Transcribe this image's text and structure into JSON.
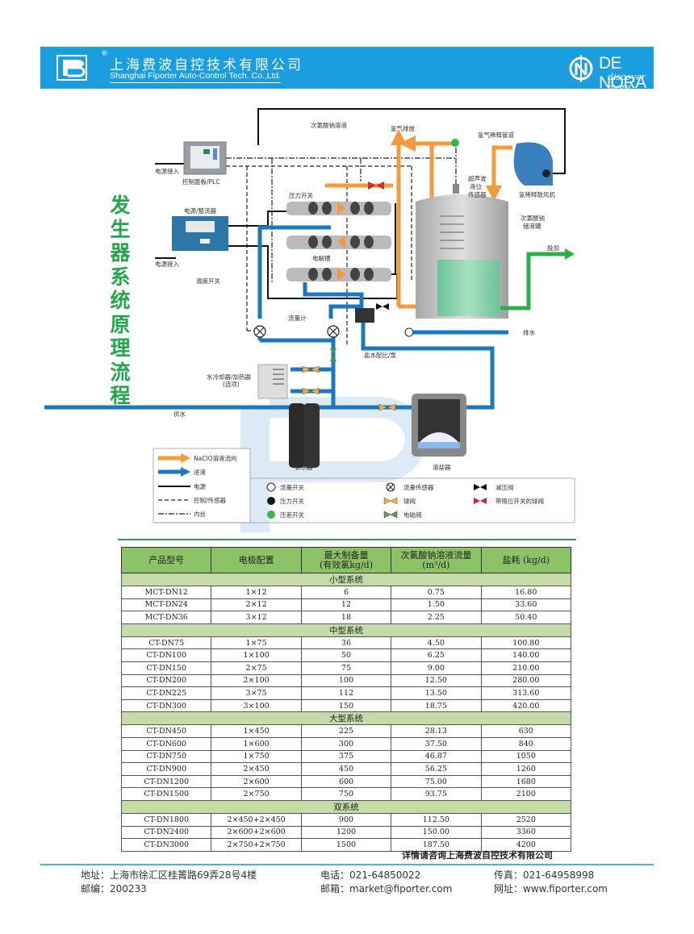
{
  "header": {
    "company_cn": "上海费波自控技术有限公司",
    "company_en": "Shanghai Fiporter Auto-Control Tech. Co.,Ltd.",
    "registered_mark": "®",
    "partner_brand": "DE NORA",
    "partner_tagline": "discover more",
    "brand_color": "#1a9ee0"
  },
  "section_title": "发生器系统原理流程",
  "diagram": {
    "labels": {
      "power_in_1": "电源接入",
      "control_panel": "控制面板/PLC",
      "hypochlorite_solution": "次氯酸钠溶液",
      "hydrogen_exhaust": "氢气排放",
      "hydrogen_dilution_pipe": "氢气稀释管道",
      "ultrasonic_sensor_1": "超声波",
      "ultrasonic_sensor_2": "液位",
      "ultrasonic_sensor_3": "传感器",
      "dilution_fan": "氢稀释鼓风机",
      "pressure_switch": "压力开关",
      "rectifier": "电源/整流器",
      "power_in_2": "电源接入",
      "storage_tank_1": "次氯酸钠",
      "storage_tank_2": "储液罐",
      "dosing": "投加",
      "electrolyzer": "电解槽",
      "temperature_switch": "温度开关",
      "flowmeter": "流量计",
      "brine_pump": "盐水配比/泵",
      "drain": "排水",
      "chiller_1": "水冷却器/加热器",
      "chiller_2": "(选项)",
      "water_supply": "供水",
      "softener": "软水器",
      "brine_tank": "溶盐器"
    },
    "legend": {
      "lines": [
        {
          "label": "NaClO溶液流向",
          "type": "orange-arrow"
        },
        {
          "label": "进液",
          "type": "blue-arrow"
        },
        {
          "label": "电源",
          "type": "solid"
        },
        {
          "label": "控制/传感器",
          "type": "dashed"
        },
        {
          "label": "内丝",
          "type": "dash-dot"
        }
      ],
      "symbols": [
        {
          "label": "流量开关",
          "icon": "open-circle"
        },
        {
          "label": "压力开关",
          "icon": "black-circle"
        },
        {
          "label": "压差开关",
          "icon": "green-circle"
        },
        {
          "label": "流量传感器",
          "icon": "crossed-circle"
        },
        {
          "label": "球阀",
          "icon": "yellow-valve"
        },
        {
          "label": "电磁阀",
          "icon": "green-valve"
        },
        {
          "label": "减压阀",
          "icon": "black-valve"
        },
        {
          "label": "带限位开关的球阀",
          "icon": "red-valve"
        }
      ]
    },
    "colors": {
      "naclo_flow": "#f39a3a",
      "feed_flow": "#1a78c2",
      "dosing_flow": "#2bb04a"
    }
  },
  "spec_table": {
    "headers": [
      "产品型号",
      "电极配置",
      "最大制备量",
      "(有效氯kg/d)",
      "次氯酸钠溶液流量",
      "(m³/d)",
      "盐耗 (kg/d)"
    ],
    "groups": [
      {
        "name": "小型系统",
        "rows": [
          [
            "MCT-DN12",
            "1×12",
            "6",
            "0.75",
            "16.80"
          ],
          [
            "MCT-DN24",
            "2×12",
            "12",
            "1.50",
            "33.60"
          ],
          [
            "MCT-DN36",
            "3×12",
            "18",
            "2.25",
            "50.40"
          ]
        ]
      },
      {
        "name": "中型系统",
        "rows": [
          [
            "CT-DN75",
            "1×75",
            "36",
            "4.50",
            "100.80"
          ],
          [
            "CT-DN100",
            "1×100",
            "50",
            "6.25",
            "140.00"
          ],
          [
            "CT-DN150",
            "2×75",
            "75",
            "9.00",
            "210.00"
          ],
          [
            "CT-DN200",
            "2×100",
            "100",
            "12.50",
            "280.00"
          ],
          [
            "CT-DN225",
            "3×75",
            "112",
            "13.50",
            "313.60"
          ],
          [
            "CT-DN300",
            "3×100",
            "150",
            "18.75",
            "420.00"
          ]
        ]
      },
      {
        "name": "大型系统",
        "rows": [
          [
            "CT-DN450",
            "1×450",
            "225",
            "28.13",
            "630"
          ],
          [
            "CT-DN600",
            "1×600",
            "300",
            "37.50",
            "840"
          ],
          [
            "CT-DN750",
            "1×750",
            "375",
            "46.87",
            "1050"
          ],
          [
            "CT-DN900",
            "2×450",
            "450",
            "56.25",
            "1260"
          ],
          [
            "CT-DN1200",
            "2×600",
            "600",
            "75.00",
            "1680"
          ],
          [
            "CT-DN1500",
            "2×750",
            "750",
            "93.75",
            "2100"
          ]
        ]
      },
      {
        "name": "双系统",
        "rows": [
          [
            "CT-DN1800",
            "2×450+2×450",
            "900",
            "112.50",
            "2520"
          ],
          [
            "CT-DN2400",
            "2×600+2×600",
            "1200",
            "150.00",
            "3360"
          ],
          [
            "CT-DN3000",
            "2×750+2×750",
            "1500",
            "187.50",
            "4200"
          ]
        ]
      }
    ]
  },
  "inquiry_note": "详情请咨询上海费波自控技术有限公司",
  "footer": {
    "address": "地址：上海市徐汇区桂箐路69弄28号4楼",
    "postcode": "邮编：200233",
    "phone": "电话：021-64850022",
    "email": "邮箱：market@fiporter.com",
    "fax": "传真：021-64958998",
    "website": "网址：www.fiporter.com"
  }
}
